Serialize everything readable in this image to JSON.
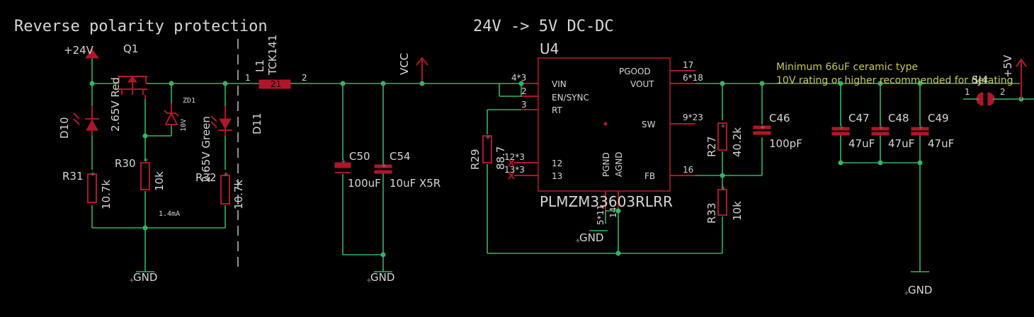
{
  "sections": {
    "reverse_title": "Reverse polarity protection",
    "dcdc_title": "24V -> 5V DC-DC"
  },
  "note": {
    "line1": "Minimum 66uF ceramic type",
    "line2": "10V rating or higher recommended for derating"
  },
  "nets": {
    "v24": "+24V",
    "vcc": "VCC",
    "v5": "+5V",
    "gnd": "GND"
  },
  "parts": {
    "q1": {
      "name": "Q1"
    },
    "zd1": {
      "name": "ZD1",
      "value": "10V"
    },
    "d10": {
      "name": "D10",
      "value": "2.65V Red"
    },
    "d11": {
      "name": "D11",
      "value": "2.65V Green"
    },
    "r31": {
      "name": "R31",
      "value": "10.7k"
    },
    "r30": {
      "name": "R30",
      "value": "10k"
    },
    "r32": {
      "name": "R32",
      "value": "10.7k"
    },
    "current": "1.4mA",
    "l1": {
      "name": "L1",
      "value": "TCK141",
      "pin1": "1",
      "pin2": "2",
      "mark": "21"
    },
    "c50": {
      "name": "C50",
      "value": "100uF"
    },
    "c54": {
      "name": "C54",
      "value": "10uF X5R"
    },
    "u4": {
      "name": "U4",
      "part": "PLMZM33603RLRR",
      "pins": {
        "vin": "VIN",
        "en": "EN/SYNC",
        "rt": "RT",
        "pgood": "PGOOD",
        "vout": "VOUT",
        "sw": "SW",
        "fb": "FB",
        "pgnd": "PGND",
        "agnd": "AGND"
      },
      "pin_numbers": {
        "vin": "4*3",
        "en": "2",
        "rt": "3",
        "n12": "12",
        "n13": "13",
        "nc12": "12*3",
        "nc13": "13*3",
        "pgood": "17",
        "vout": "6*18",
        "sw": "9*23",
        "fb": "16",
        "pgnd": "5*11",
        "agnd": "14"
      }
    },
    "r29": {
      "name": "R29",
      "value": "88.7"
    },
    "r27": {
      "name": "R27",
      "value": "40.2k"
    },
    "r33": {
      "name": "R33",
      "value": "10k"
    },
    "c46": {
      "name": "C46",
      "value": "100pF"
    },
    "c47": {
      "name": "C47",
      "value": "47uF"
    },
    "c48": {
      "name": "C48",
      "value": "47uF"
    },
    "c49": {
      "name": "C49",
      "value": "47uF"
    },
    "sj4": {
      "name": "SJ4",
      "pin1": "1",
      "pin2": "2"
    }
  },
  "colors": {
    "wire": "#33b566",
    "part": "#b0162a",
    "text": "#d6d6d6",
    "note": "#c9c94a",
    "background": "#000000"
  }
}
